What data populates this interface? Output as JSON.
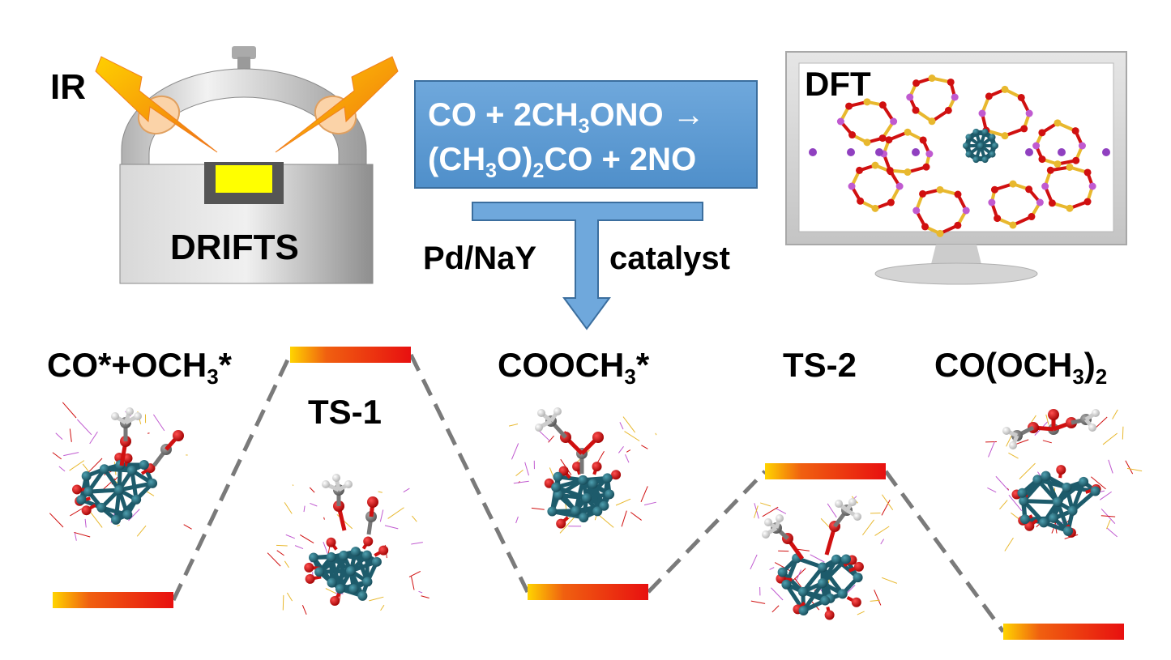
{
  "header": {
    "ir_label": "IR",
    "drifts_label": "DRIFTS",
    "dft_label": "DFT",
    "reaction_line1": [
      "CO + 2CH",
      "3",
      "ONO →"
    ],
    "reaction_line2": [
      "(CH",
      "3",
      "O)",
      "2",
      "CO + 2NO"
    ],
    "catalyst_left": "Pd/NaY",
    "catalyst_right": "catalyst"
  },
  "profile": {
    "states": [
      {
        "parts": [
          "CO*+OCH",
          "3",
          "*"
        ],
        "sub": [
          false,
          true,
          false
        ]
      },
      {
        "parts": [
          "TS-1"
        ],
        "sub": [
          false
        ]
      },
      {
        "parts": [
          "COOCH",
          "3",
          "*"
        ],
        "sub": [
          false,
          true,
          false
        ]
      },
      {
        "parts": [
          "TS-2"
        ],
        "sub": [
          false
        ]
      },
      {
        "parts": [
          "CO(OCH",
          "3",
          ")",
          "2"
        ],
        "sub": [
          false,
          true,
          false,
          true
        ]
      }
    ]
  },
  "colors": {
    "box_fill": "#5b9bd5",
    "box_stroke": "#41719c",
    "level_start": "#ffd400",
    "level_end": "#e81010",
    "dash": "#7a7a7a",
    "pd_atom": "#1d5b6b",
    "o_atom": "#d01010",
    "c_atom": "#777777",
    "h_atom": "#eeeeee",
    "framework_si": "#e8b82e",
    "framework_o": "#d01010",
    "framework_al": "#c05ad0",
    "na_atom": "#9040c0"
  }
}
